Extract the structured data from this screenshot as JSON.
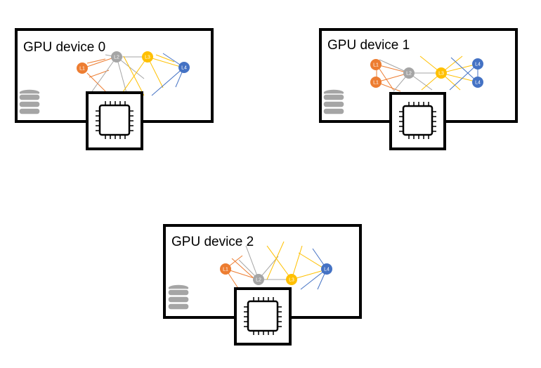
{
  "colors": {
    "L1": "#ED7D31",
    "L2": "#A5A5A5",
    "L3": "#FFC000",
    "L4": "#4472C4",
    "frame": "#000000",
    "storage": "#A5A5A5"
  },
  "icons": {
    "storage": "database-icon",
    "processor": "cpu-chip-icon"
  },
  "devices": [
    {
      "title": "GPU device 0",
      "layers": [
        {
          "label": "L1",
          "nodes": 1
        },
        {
          "label": "L2",
          "nodes": 1
        },
        {
          "label": "L3",
          "nodes": 1
        },
        {
          "label": "L4",
          "nodes": 1
        }
      ]
    },
    {
      "title": "GPU device 1",
      "layers": [
        {
          "label": "L1",
          "nodes": 2
        },
        {
          "label": "L2",
          "nodes": 1
        },
        {
          "label": "L3",
          "nodes": 1
        },
        {
          "label": "L4",
          "nodes": 2
        }
      ]
    },
    {
      "title": "GPU device 2",
      "layers": [
        {
          "label": "L1",
          "nodes": 1
        },
        {
          "label": "L2",
          "nodes": 1
        },
        {
          "label": "L3",
          "nodes": 1
        },
        {
          "label": "L4",
          "nodes": 1
        }
      ]
    }
  ]
}
